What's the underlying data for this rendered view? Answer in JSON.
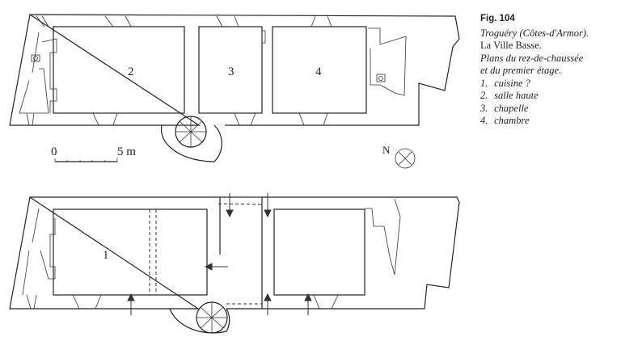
{
  "caption": {
    "figure": "Fig. 104",
    "location": "Troguéry (Côtes-d'Armor).",
    "site": "La Ville Basse.",
    "description_line1": "Plans du rez-de-chaussée",
    "description_line2": "et du premier étage.",
    "legend": [
      {
        "num": "1.",
        "label": "cuisine ?"
      },
      {
        "num": "2.",
        "label": "salle haute"
      },
      {
        "num": "3.",
        "label": "chapelle"
      },
      {
        "num": "4.",
        "label": "chambre"
      }
    ]
  },
  "upper_plan": {
    "rooms": [
      "2",
      "3",
      "4"
    ]
  },
  "lower_plan": {
    "rooms": [
      "1"
    ]
  },
  "scale_bar": {
    "start": "0",
    "end": "5 m"
  },
  "north": {
    "label": "N"
  }
}
